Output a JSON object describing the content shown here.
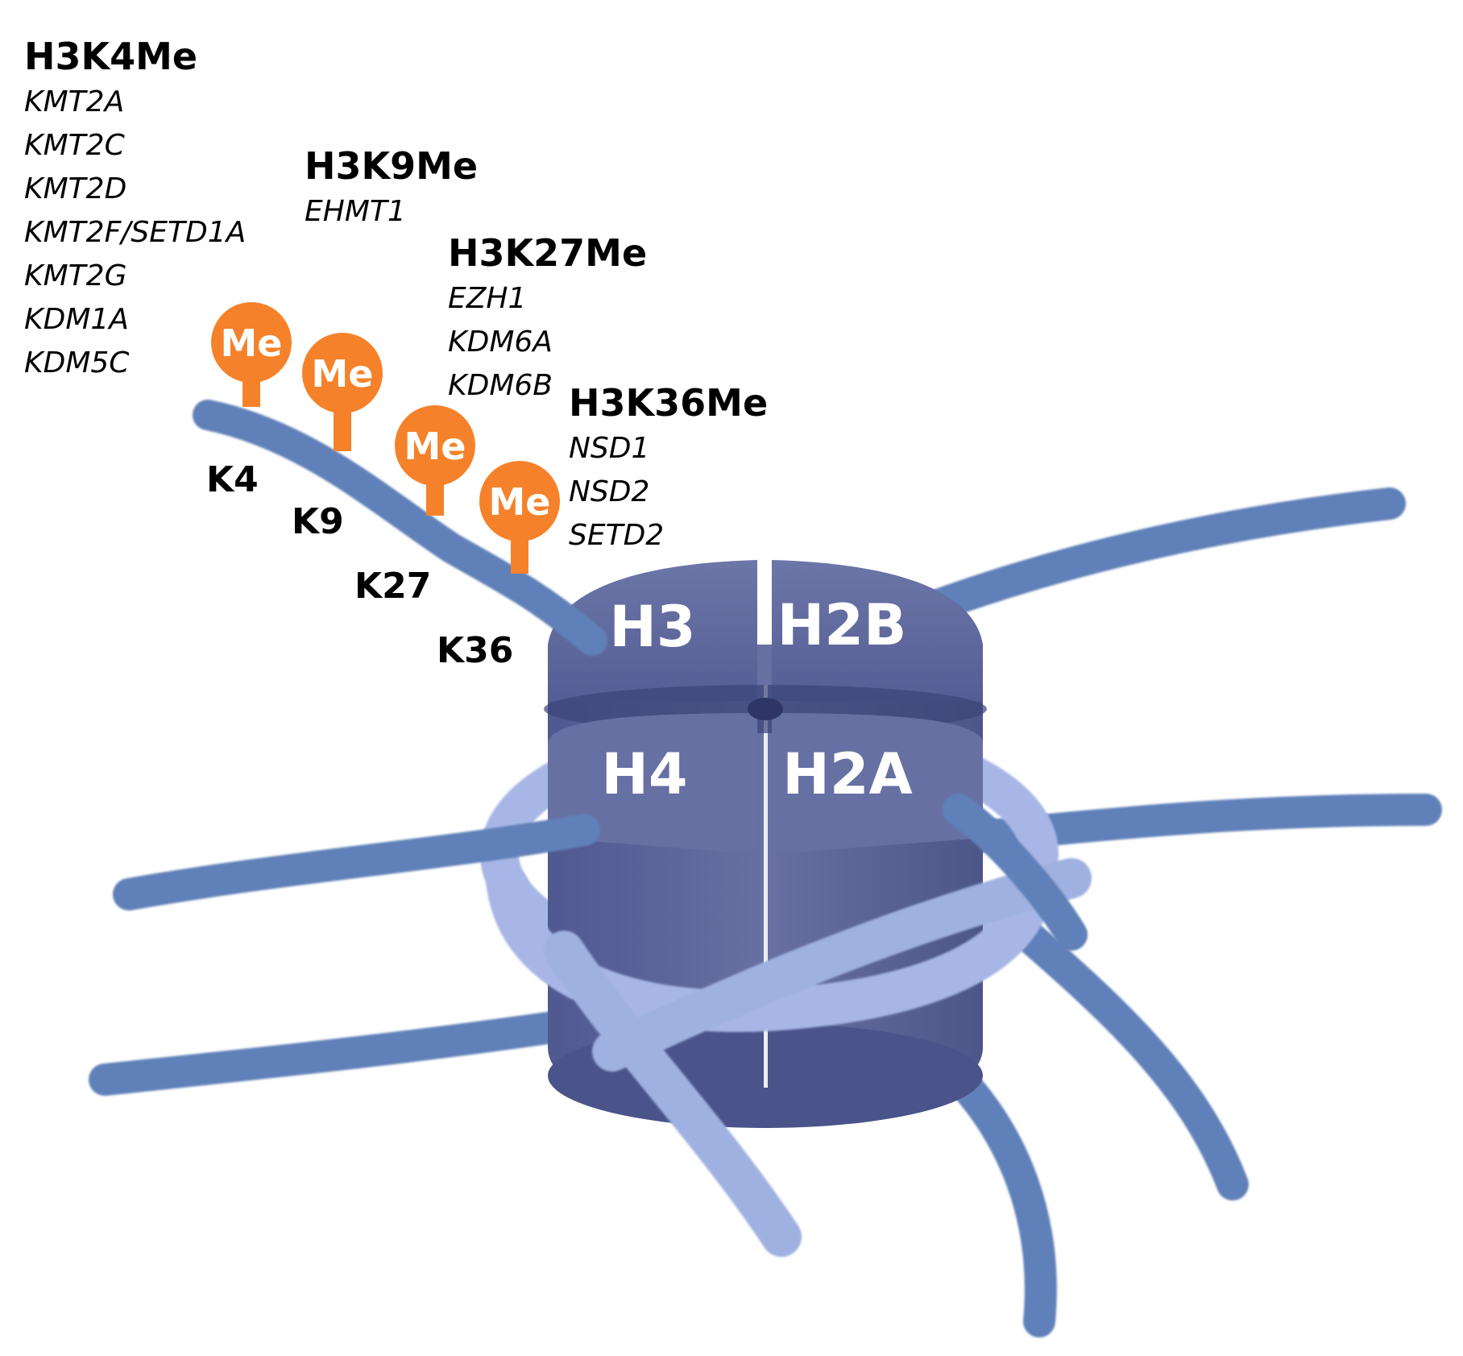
{
  "colors": {
    "methyl_tag": "#F5822A",
    "histone_core": "#5D6797",
    "histone_core_shadow": "#3C4478",
    "tail_dark": "#5E80B8",
    "tail_light": "#9FB1E0",
    "dna_ring": "#A7B6E6"
  },
  "marks": [
    {
      "title": "H3K4Me",
      "enzymes": [
        "KMT2A",
        "KMT2C",
        "KMT2D",
        "KMT2F/SETD1A",
        "KMT2G",
        "KDM1A",
        "KDM5C"
      ]
    },
    {
      "title": "H3K9Me",
      "enzymes": [
        "EHMT1"
      ]
    },
    {
      "title": "H3K27Me",
      "enzymes": [
        "EZH1",
        "KDM6A",
        "KDM6B"
      ]
    },
    {
      "title": "H3K36Me",
      "enzymes": [
        "NSD1",
        "NSD2",
        "SETD2"
      ]
    }
  ],
  "lysines": [
    "K4",
    "K9",
    "K27",
    "K36"
  ],
  "methyl_label": "Me",
  "histones": [
    "H3",
    "H2B",
    "H4",
    "H2A"
  ]
}
